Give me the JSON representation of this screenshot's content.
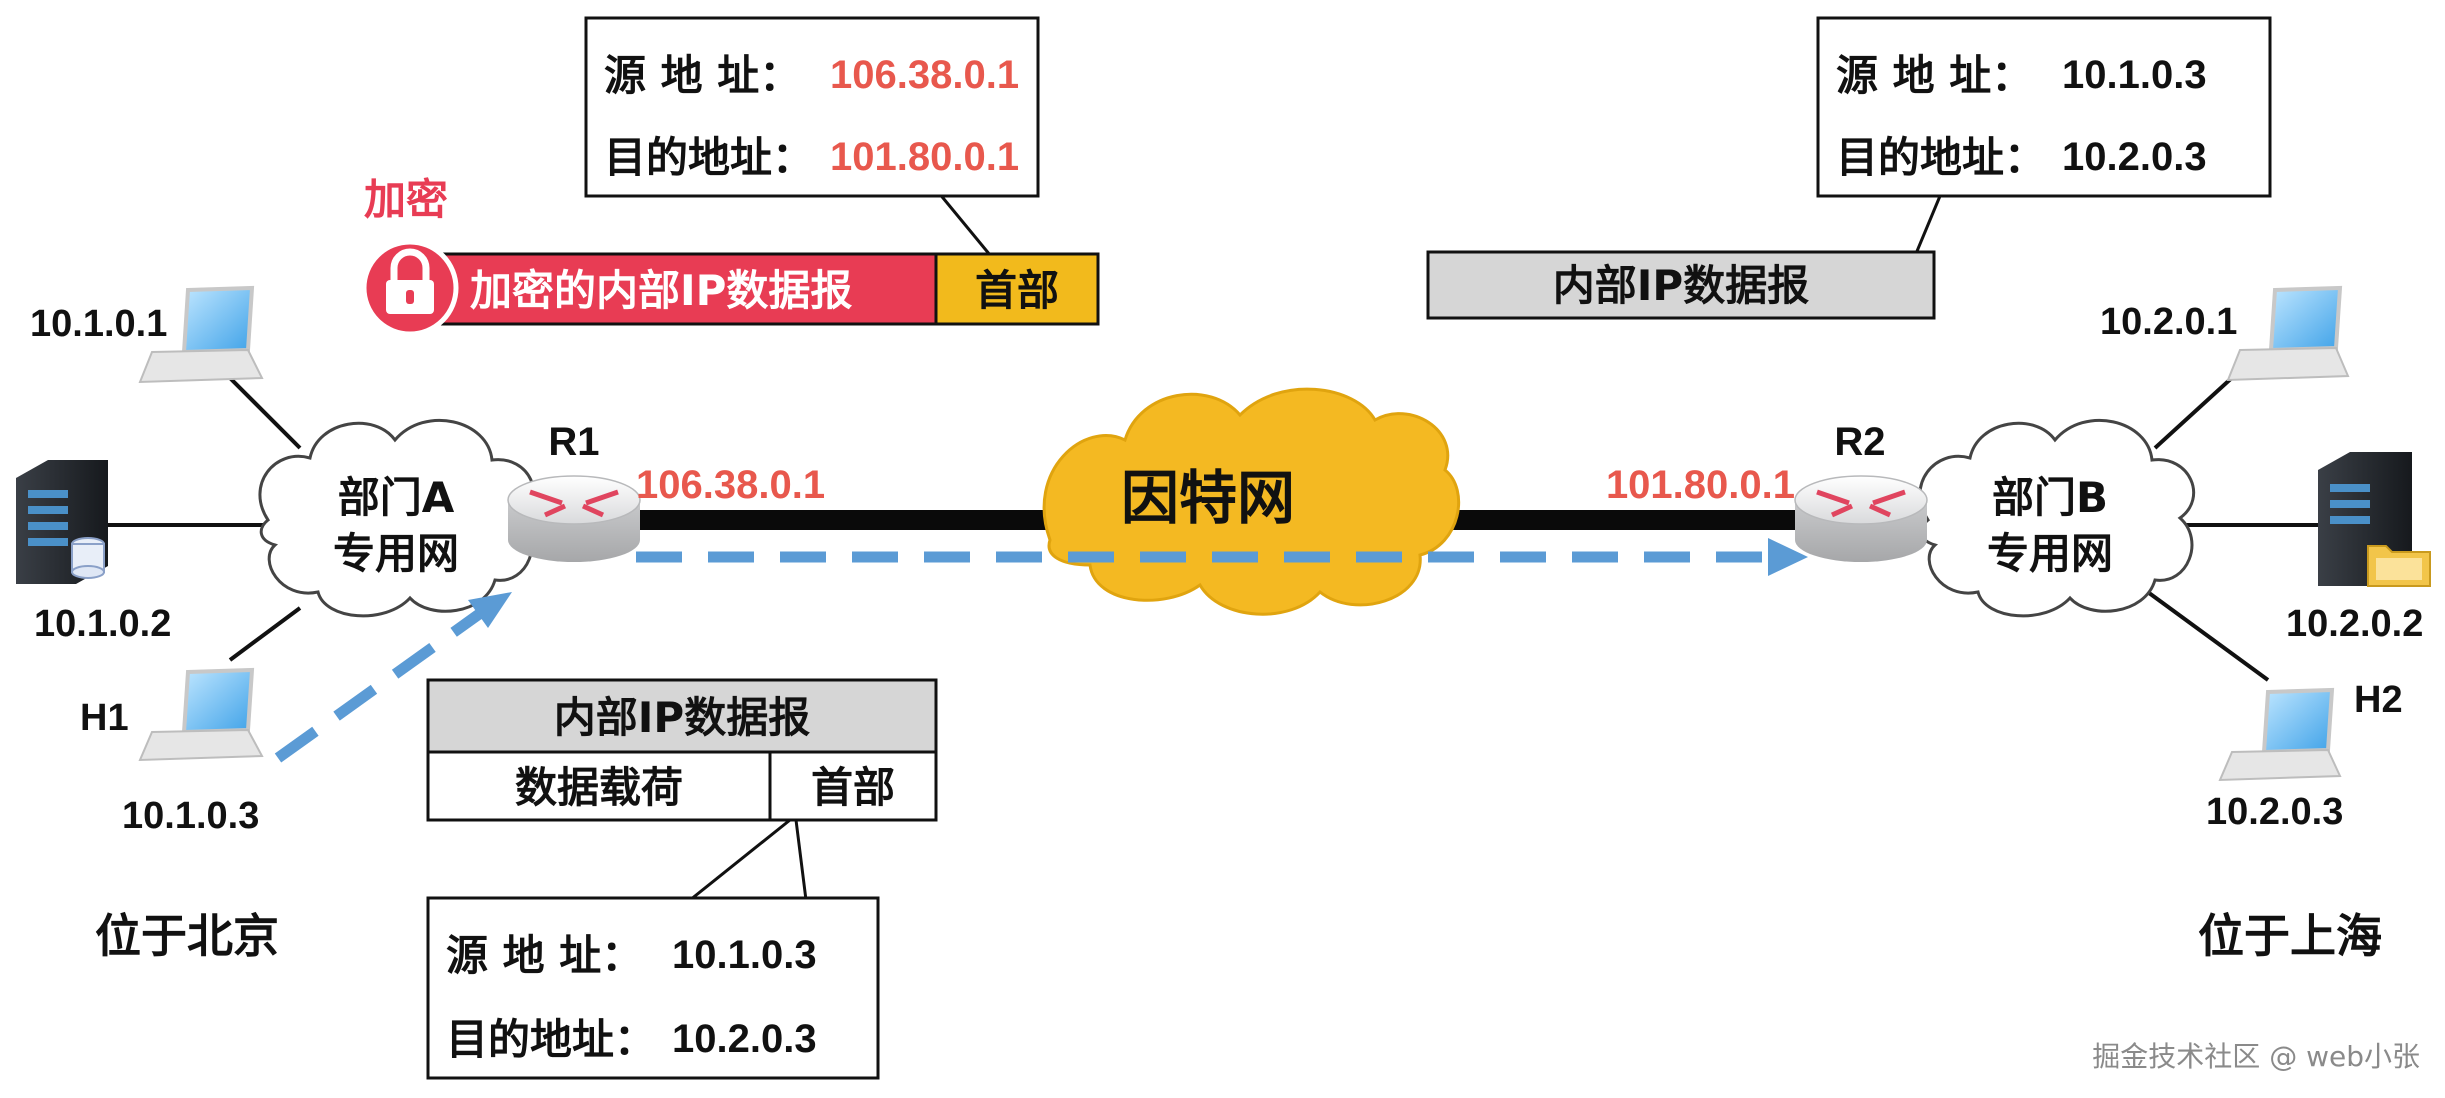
{
  "colors": {
    "red": "#e8584d",
    "crimson": "#e83c54",
    "gold": "#f2ba1c",
    "cloud_gold": "#f4b922",
    "gray_box": "#d6d6d6",
    "blue_arrow": "#5b9bd5",
    "black": "#111111"
  },
  "left_header_box": {
    "src_label": "源 地 址：",
    "src_value": "106.38.0.1",
    "dst_label": "目的地址：",
    "dst_value": "101.80.0.1"
  },
  "right_header_box": {
    "src_label": "源 地 址：",
    "src_value": "10.1.0.3",
    "dst_label": "目的地址：",
    "dst_value": "10.2.0.3"
  },
  "bottom_header_box": {
    "src_label": "源 地 址：",
    "src_value": "10.1.0.3",
    "dst_label": "目的地址：",
    "dst_value": "10.2.0.3"
  },
  "encryption": {
    "label": "加密",
    "payload_label": "加密的内部IP数据报",
    "header_label": "首部",
    "icon": "lock-icon"
  },
  "right_packet_label": "内部IP数据报",
  "bottom_packet": {
    "title": "内部IP数据报",
    "payload_label": "数据载荷",
    "header_label": "首部"
  },
  "internet_label": "因特网",
  "network_a": {
    "line1": "部门A",
    "line2": "专用网"
  },
  "network_b": {
    "line1": "部门B",
    "line2": "专用网"
  },
  "routers": {
    "r1": {
      "name": "R1",
      "ip": "106.38.0.1",
      "icon": "router-icon"
    },
    "r2": {
      "name": "R2",
      "ip": "101.80.0.1",
      "icon": "router-icon"
    }
  },
  "hosts": {
    "a_laptop_top": {
      "ip": "10.1.0.1",
      "icon": "laptop-icon"
    },
    "a_server": {
      "ip": "10.1.0.2",
      "icon": "server-icon"
    },
    "h1": {
      "name": "H1",
      "ip": "10.1.0.3",
      "icon": "laptop-icon"
    },
    "b_laptop_top": {
      "ip": "10.2.0.1",
      "icon": "laptop-icon"
    },
    "b_server": {
      "ip": "10.2.0.2",
      "icon": "server-icon"
    },
    "h2": {
      "name": "H2",
      "ip": "10.2.0.3",
      "icon": "laptop-icon"
    }
  },
  "locations": {
    "left": "位于北京",
    "right": "位于上海"
  },
  "watermark": "掘金技术社区 @ web小张"
}
